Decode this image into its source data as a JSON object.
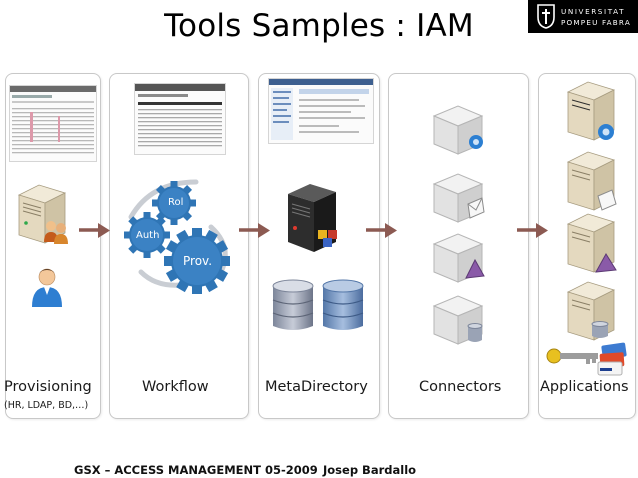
{
  "title": "Tools Samples  : IAM",
  "logo": {
    "line1": "UNIVERSITAT",
    "line2": "POMPEU FABRA"
  },
  "columns": [
    {
      "label": "Provisioning",
      "sublabel": "(HR, LDAP, BD,…)"
    },
    {
      "label": "Workflow"
    },
    {
      "label": "MetaDirectory"
    },
    {
      "label": "Connectors"
    },
    {
      "label": "Applications"
    }
  ],
  "gears": {
    "top": "Rol",
    "left": "Auth",
    "main": "Prov."
  },
  "footer": {
    "left": "GSX – ACCESS MANAGEMENT 05-2009",
    "right": "Josep Bardallo"
  },
  "colors": {
    "gear": "#2f75b5",
    "arrow": "#8c5a52",
    "server": "#e7dcc4",
    "disk": "#8fa6c7",
    "gearAccent": "#2c7fd2"
  }
}
